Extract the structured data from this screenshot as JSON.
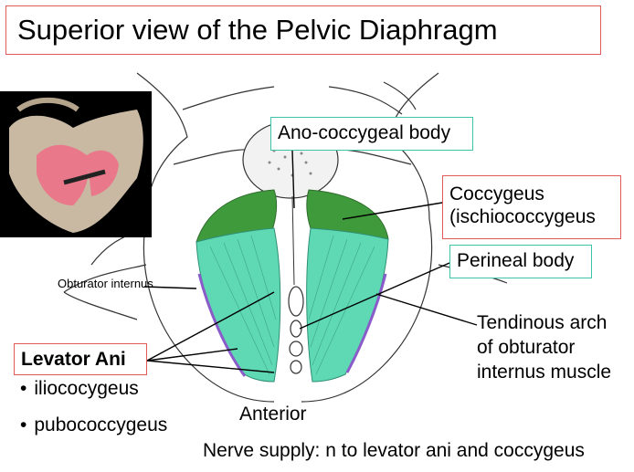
{
  "title": "Superior view of the Pelvic Diaphragm",
  "labels": {
    "ano_coccygeal": "Ano-coccygeal body",
    "coccygeus": "Coccygeus (ischiococcygeus",
    "perineal": "Perineal body",
    "obturator": "Obturator internus",
    "levator": "Levator Ani",
    "tendinous": "Tendinous arch of obturator internus muscle",
    "anterior": "Anterior",
    "nerve": "Nerve supply: n to levator ani and coccygeus"
  },
  "levator_parts": [
    "iliococygeus",
    "pubococcygeus"
  ],
  "colors": {
    "coccygeus_fill": "#3f9a3c",
    "levator_fill": "#5fd9b4",
    "tendinous_arch": "#8a5cc9",
    "red_box_border": "#e05a5a",
    "teal_box_border": "#3cc3a8",
    "inset_muscle": "#e8788a",
    "inset_bone": "#c9b9a2"
  }
}
